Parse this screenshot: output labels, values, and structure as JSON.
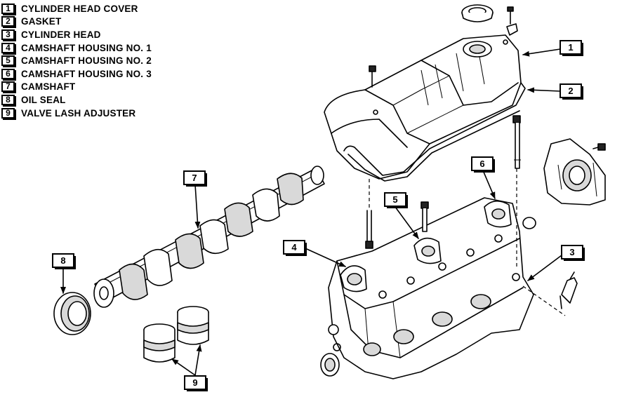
{
  "legend": {
    "items": [
      {
        "num": "1",
        "label": "CYLINDER HEAD COVER"
      },
      {
        "num": "2",
        "label": "GASKET"
      },
      {
        "num": "3",
        "label": "CYLINDER HEAD"
      },
      {
        "num": "4",
        "label": "CAMSHAFT HOUSING NO. 1"
      },
      {
        "num": "5",
        "label": "CAMSHAFT HOUSING NO. 2"
      },
      {
        "num": "6",
        "label": "CAMSHAFT HOUSING NO. 3"
      },
      {
        "num": "7",
        "label": "CAMSHAFT"
      },
      {
        "num": "8",
        "label": "OIL SEAL"
      },
      {
        "num": "9",
        "label": "VALVE LASH ADJUSTER"
      }
    ]
  },
  "callouts": {
    "c1": "1",
    "c2": "2",
    "c3": "3",
    "c4": "4",
    "c5": "5",
    "c6": "6",
    "c7": "7",
    "c8": "8",
    "c9": "9"
  }
}
